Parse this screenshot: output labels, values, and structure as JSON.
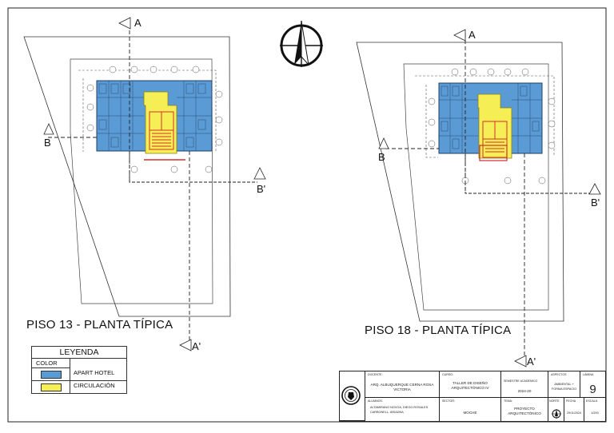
{
  "plans": {
    "p13_title": "PISO 13 - PLANTA TÍPICA",
    "p18_title": "PISO 18 - PLANTA TÍPICA"
  },
  "sections": {
    "a": "A",
    "a_prime": "A'",
    "b": "B",
    "b_prime": "B'"
  },
  "legend": {
    "title": "LEYENDA",
    "color_header": "COLOR",
    "items": [
      {
        "label": "APART HOTEL",
        "color": "#5b9bd5"
      },
      {
        "label": "CIRCULACIÓN",
        "color": "#f5ef55"
      }
    ]
  },
  "colors": {
    "apart_hotel": "#5b9bd5",
    "circulacion": "#f5ef55",
    "core_red": "#d32f2f",
    "line": "#222222"
  },
  "title_block": {
    "docente_h": "DOCENTE:",
    "docente_v": "ARQ. ALBUQUERQUE CERNA ROSA VICTORIA",
    "curso_h": "CURSO:",
    "curso_v": "TALLER DE DISEÑO ARQUITECTÓNICO IV",
    "semestre_h": "SEMESTRE ACADÉMICO",
    "semestre_v": "2024-20",
    "aspectos_h": "ASPECTOS",
    "aspectos_v": "AMBIENTAL + FORMA ESPACIO",
    "lamina_h": "LÁMINA",
    "lamina_v": "9",
    "alumnos_h": "ALUMNOS:",
    "alumnos_v": "ALTAMIRANO NOVOA, DIEGO ROSALES CARBONELL, ARIADNA",
    "sector_h": "SECTOR:",
    "sector_v": "MOCHE",
    "tema_h": "TEMA:",
    "tema_v": "PROYECTO ARQUITECTÓNICO",
    "norte_h": "NORTE",
    "fecha_h": "FECHA",
    "fecha_v": "29/11/2024",
    "escala_h": "ESCALA",
    "escala_v": "1/200"
  }
}
